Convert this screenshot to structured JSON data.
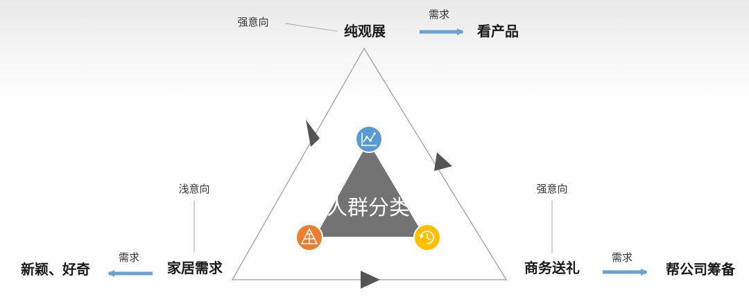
{
  "colors": {
    "outline": "#aaaaaa",
    "arrowhead": "#555555",
    "center_triangle": "#737373",
    "blue_arrow": "#6aa2d3",
    "icon_top": "#5b9bd5",
    "icon_left": "#ed7d31",
    "icon_right": "#ffc000"
  },
  "icons": {
    "top": "line-chart-icon",
    "left": "pyramid-icon",
    "right": "clock-history-icon"
  },
  "center": {
    "label": "人群分类"
  },
  "top_node": {
    "label": "纯观展",
    "intent": "强意向",
    "need_label": "需求",
    "target": "看产品"
  },
  "left_node": {
    "label": "家居需求",
    "intent": "浅意向",
    "need_label": "需求",
    "target": "新颖、好奇"
  },
  "right_node": {
    "label": "商务送礼",
    "intent": "强意向",
    "need_label": "需求",
    "target": "帮公司筹备"
  }
}
